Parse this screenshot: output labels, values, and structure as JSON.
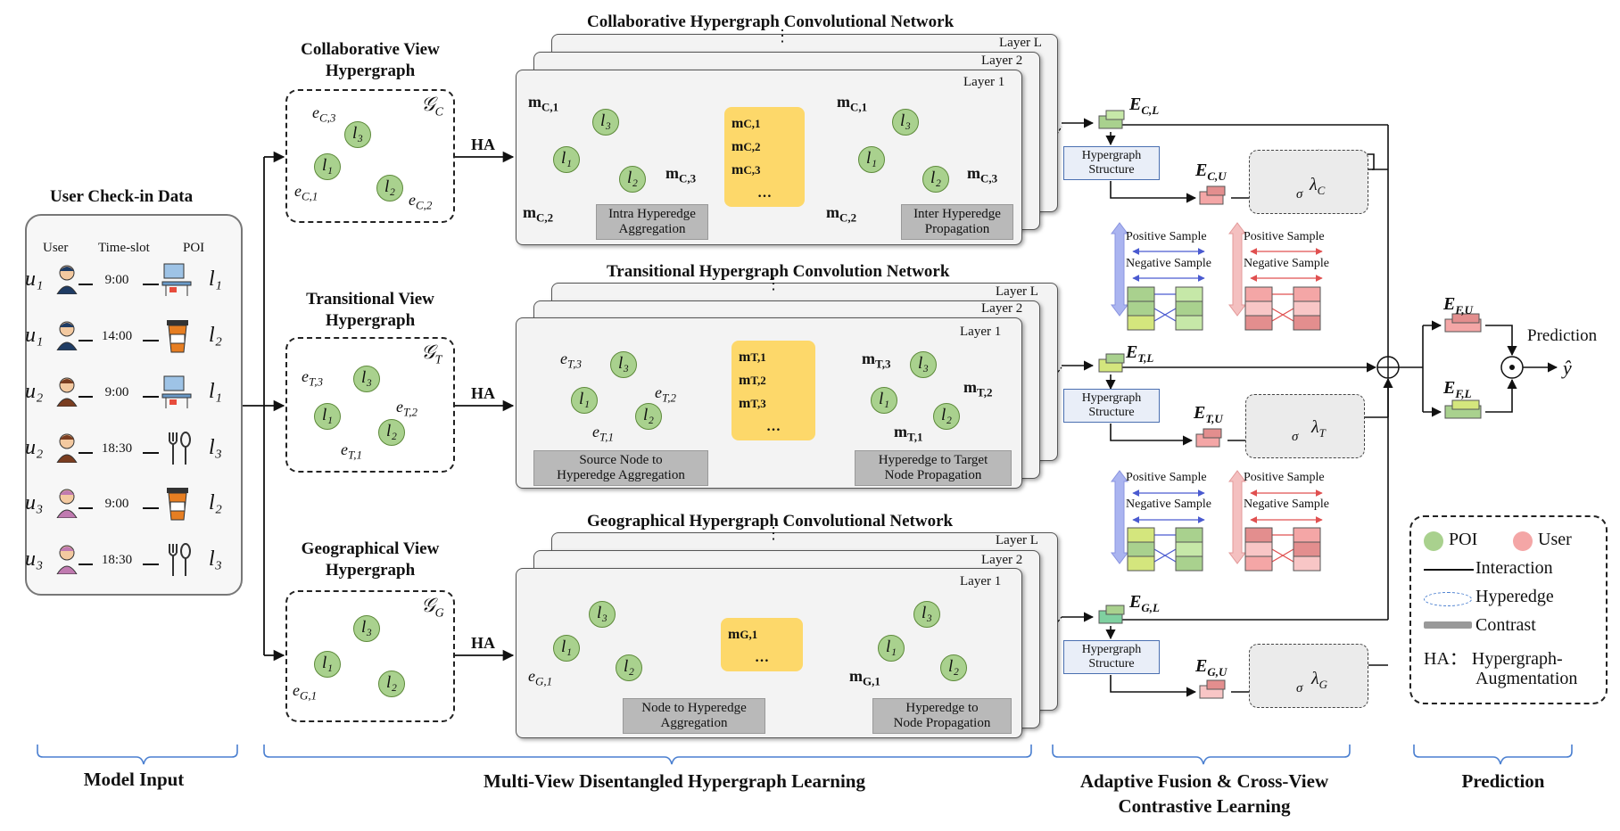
{
  "input": {
    "title": "User Check-in Data",
    "columns": [
      "User",
      "Time-slot",
      "POI"
    ],
    "rows": [
      {
        "user": "u₁",
        "time": "9:00",
        "poi": "l₁",
        "user_kind": "male",
        "poi_kind": "office"
      },
      {
        "user": "u₁",
        "time": "14:00",
        "poi": "l₂",
        "user_kind": "male",
        "poi_kind": "coffee"
      },
      {
        "user": "u₂",
        "time": "9:00",
        "poi": "l₁",
        "user_kind": "female",
        "poi_kind": "office"
      },
      {
        "user": "u₂",
        "time": "18:30",
        "poi": "l₃",
        "user_kind": "female",
        "poi_kind": "restaurant"
      },
      {
        "user": "u₃",
        "time": "9:00",
        "poi": "l₂",
        "user_kind": "girl",
        "poi_kind": "coffee"
      },
      {
        "user": "u₃",
        "time": "18:30",
        "poi": "l₃",
        "user_kind": "girl",
        "poi_kind": "restaurant"
      }
    ]
  },
  "views": {
    "collab": {
      "title_line1": "Collaborative View",
      "title_line2": "Hypergraph",
      "graph_symbol": "𝒢",
      "graph_sub": "C",
      "edges": [
        "e",
        "e",
        "e"
      ],
      "edge_subs": [
        "C,3",
        "C,1",
        "C,2"
      ]
    },
    "trans": {
      "title_line1": "Transitional View",
      "title_line2": "Hypergraph",
      "graph_symbol": "𝒢",
      "graph_sub": "T",
      "edges": [
        "e",
        "e",
        "e"
      ],
      "edge_subs": [
        "T,3",
        "T,2",
        "T,1"
      ]
    },
    "geo": {
      "title_line1": "Geographical View",
      "title_line2": "Hypergraph",
      "graph_symbol": "𝒢",
      "graph_sub": "G",
      "edges": [
        "e"
      ],
      "edge_subs": [
        "G,1"
      ]
    }
  },
  "ha_label": "HA",
  "nodes": {
    "l1": "l₁",
    "l2": "l₂",
    "l3": "l₃"
  },
  "networks": {
    "collab": {
      "title": "Collaborative Hypergraph Convolutional Network",
      "layers": [
        "Layer L",
        "Layer 2",
        "Layer 1"
      ],
      "messages": [
        "m",
        "m",
        "m"
      ],
      "msg_subs": [
        "C,1",
        "C,2",
        "C,3"
      ],
      "left_caption_1": "Intra Hyperedge",
      "left_caption_2": "Aggregation",
      "right_caption_1": "Inter Hyperedge",
      "right_caption_2": "Propagation"
    },
    "trans": {
      "title": "Transitional Hypergraph Convolution Network",
      "layers": [
        "Layer L",
        "Layer 2",
        "Layer 1"
      ],
      "msg_subs": [
        "T,1",
        "T,2",
        "T,3"
      ],
      "left_caption_1": "Source Node to",
      "left_caption_2": "Hyperedge Aggregation",
      "right_caption_1": "Hyperedge to Target",
      "right_caption_2": "Node Propagation"
    },
    "geo": {
      "title": "Geographical Hypergraph Convolutional Network",
      "layers": [
        "Layer L",
        "Layer 2",
        "Layer 1"
      ],
      "msg_subs": [
        "G,1"
      ],
      "left_caption_1": "Node to Hyperedge",
      "left_caption_2": "Aggregation",
      "right_caption_1": "Hyperedge to",
      "right_caption_2": "Node Propagation"
    },
    "ellipsis": "…",
    "vdots": "⋮"
  },
  "fusion": {
    "hypergraph_structure_1": "Hypergraph",
    "hypergraph_structure_2": "Structure",
    "E": "E",
    "collab": {
      "el": "C,L",
      "eu": "C,U",
      "lambda": "C"
    },
    "trans": {
      "el": "T,L",
      "eu": "T,U",
      "lambda": "T"
    },
    "geo": {
      "el": "G,L",
      "eu": "G,U",
      "lambda": "G"
    },
    "sigma": "σ",
    "lambda": "λ",
    "positive_sample": "Positive Sample",
    "negative_sample": "Negative Sample"
  },
  "prediction": {
    "efu_sub": "F,U",
    "efl_sub": "F,L",
    "label": "Prediction",
    "yhat": "ŷ"
  },
  "legend": {
    "poi": "POI",
    "user": "User",
    "interaction": "Interaction",
    "hyperedge": "Hyperedge",
    "contrast": "Contrast",
    "ha_1": "HA： Hypergraph-",
    "ha_2": "Augmentation"
  },
  "sections": {
    "model_input": "Model Input",
    "multi_view": "Multi-View Disentangled Hypergraph Learning",
    "fusion_1": "Adaptive Fusion & Cross-View",
    "fusion_2": "Contrastive Learning",
    "prediction": "Prediction"
  },
  "colors": {
    "poi_green": "#a9d18e",
    "user_pink": "#f4a6a6",
    "yellow": "#fdd86a",
    "blue_arrow": "#aab4f0",
    "red_arrow": "#f4b4b4",
    "hyperedge_blue": "#4a7fd0",
    "hyperedge_red": "#e03a3a",
    "hyperedge_gold": "#c9a441"
  }
}
